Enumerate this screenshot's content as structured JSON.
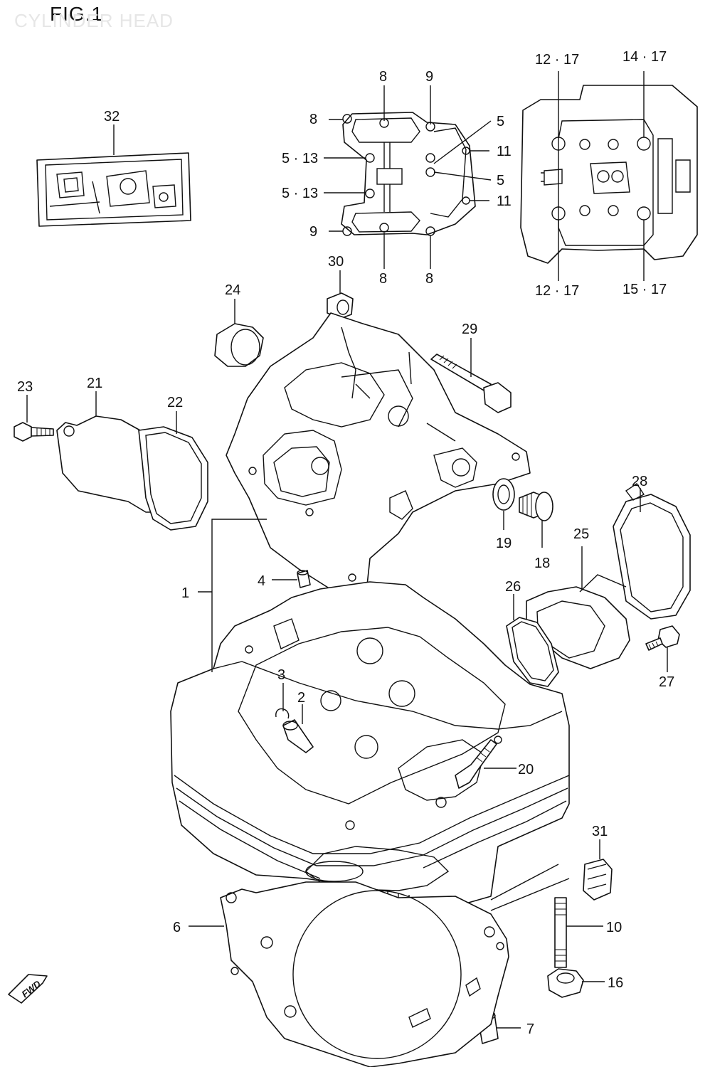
{
  "figure": {
    "title": "FIG.1",
    "subtitle": "CYLINDER HEAD"
  },
  "fwd_badge": {
    "text": "FWD",
    "icon": "fwd-arrow-icon"
  },
  "callouts": {
    "c1": "1",
    "c2": "2",
    "c3": "3",
    "c4": "4",
    "c6": "6",
    "c7": "7",
    "c8a": "8",
    "c8b": "8",
    "c8c": "8",
    "c8d": "8",
    "c9a": "9",
    "c9b": "9",
    "c5a": "5",
    "c5b": "5",
    "c513a": "5 · 13",
    "c513b": "5 · 13",
    "c11a": "11",
    "c11b": "11",
    "c1217a": "12 · 17",
    "c1217b": "12 · 17",
    "c1417": "14 · 17",
    "c1517": "15 · 17",
    "c10": "10",
    "c16": "16",
    "c18": "18",
    "c19": "19",
    "c20": "20",
    "c21": "21",
    "c22": "22",
    "c23": "23",
    "c24": "24",
    "c25": "25",
    "c26": "26",
    "c27": "27",
    "c28": "28",
    "c29": "29",
    "c30": "30",
    "c31": "31",
    "c32": "32"
  }
}
